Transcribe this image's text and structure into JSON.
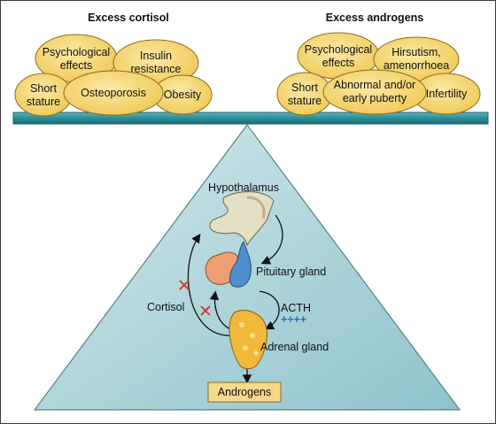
{
  "left_group": {
    "heading": "Excess cortisol",
    "ovals": {
      "psychological": [
        "Psychological",
        "effects"
      ],
      "insulin": [
        "Insulin",
        "resistance"
      ],
      "short_stature": [
        "Short",
        "stature"
      ],
      "osteoporosis": [
        "Osteoporosis"
      ],
      "obesity": [
        "Obesity"
      ]
    }
  },
  "right_group": {
    "heading": "Excess androgens",
    "ovals": {
      "psychological": [
        "Psychological",
        "effects"
      ],
      "hirsutism": [
        "Hirsutism,",
        "amenorrhoea"
      ],
      "short_stature": [
        "Short",
        "stature"
      ],
      "puberty": [
        "Abnormal and/or",
        "early puberty"
      ],
      "infertility": [
        "Infertility"
      ]
    }
  },
  "axis_labels": {
    "hypothalamus": "Hypothalamus",
    "pituitary": "Pituitary gland",
    "acth": "ACTH",
    "acth_signs": "++++",
    "cortisol": "Cortisol",
    "adrenal": "Adrenal gland",
    "androgens": "Androgens"
  },
  "colors": {
    "oval_fill": "#f4d36a",
    "oval_stroke": "#8a6d1a",
    "beam": "#2a8e97",
    "triangle": "#a9d2d7",
    "pituitary_front": "#f0a070",
    "pituitary_back": "#4f8fd0",
    "hypothalamus": "#e3dfc4",
    "adrenal": "#f0b93a",
    "inhibit_mark": "#d4302a",
    "acth_plus": "#2a6fc0",
    "androgens_box": "#f6d98c"
  }
}
